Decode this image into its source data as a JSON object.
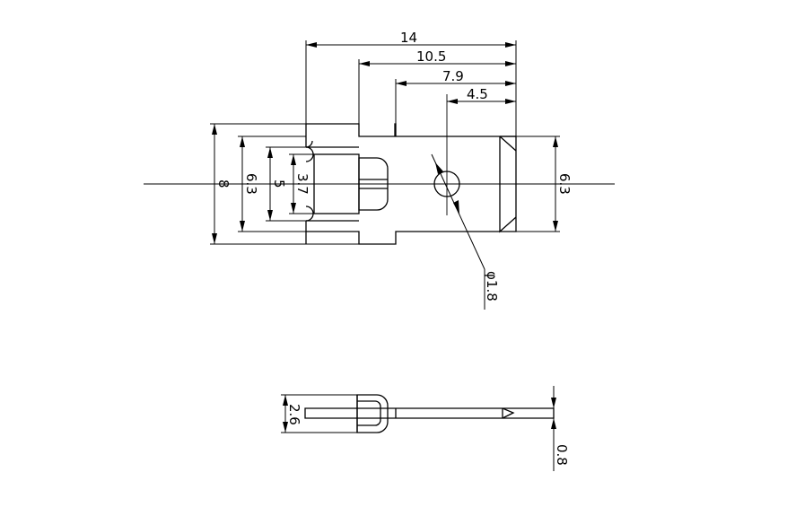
{
  "dimensions": {
    "top_14": "14",
    "top_10_5": "10.5",
    "top_7_9": "7.9",
    "top_4_5": "4.5",
    "left_8": "8",
    "left_6_3": "6.3",
    "left_5": "5",
    "left_3_7": "3.7",
    "right_6_3": "6.3",
    "hole_diameter": "φ1.8",
    "side_2_6": "2.6",
    "side_0_8": "0.8"
  }
}
